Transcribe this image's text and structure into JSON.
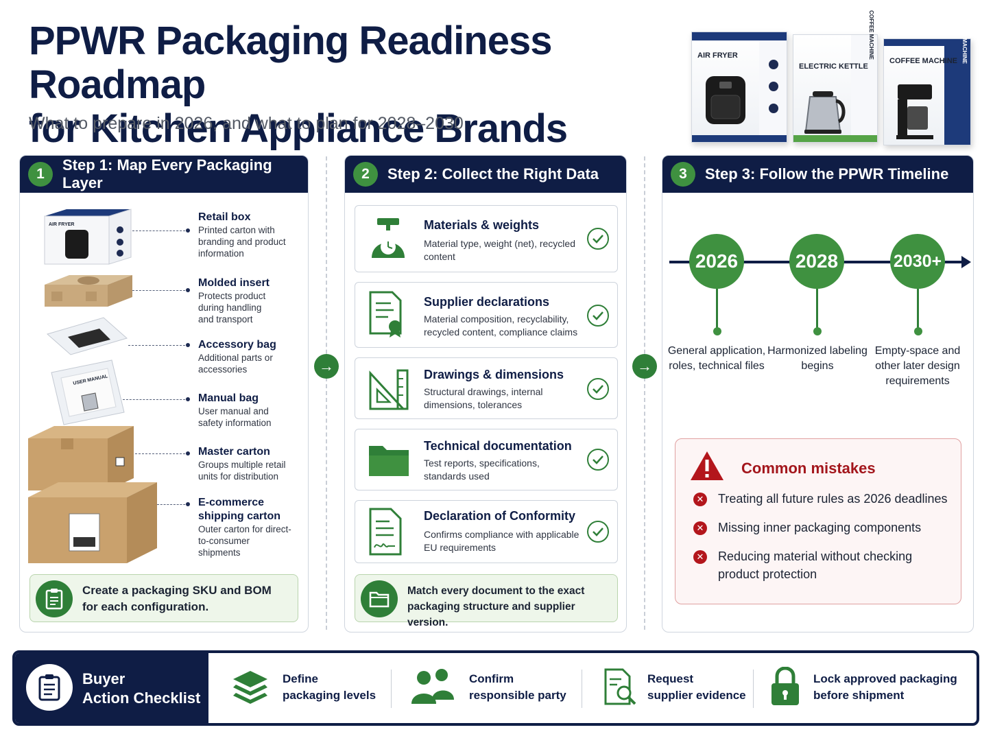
{
  "header": {
    "title_line1": "PPWR Packaging Readiness Roadmap",
    "title_line2": "for Kitchen Appliance Brands",
    "subtitle": "What to prepare in 2026, and what to plan for 2028–2030"
  },
  "product_boxes": [
    {
      "label": "AIR FRYER",
      "side": ""
    },
    {
      "label": "ELECTRIC KETTLE",
      "side": "COFFEE MACHINE"
    },
    {
      "label": "COFFEE MACHINE",
      "side": "COFFEE MACHINE"
    }
  ],
  "step1": {
    "num": "1",
    "title": "Step 1: Map Every Packaging Layer",
    "retail_box_print": "AIR FRYER",
    "manual_print": "USER MANUAL",
    "layers": [
      {
        "title": "Retail box",
        "desc": "Printed carton with branding and product information"
      },
      {
        "title": "Molded insert",
        "desc": "Protects product during handling and transport"
      },
      {
        "title": "Accessory bag",
        "desc": "Additional parts or accessories"
      },
      {
        "title": "Manual bag",
        "desc": "User manual and safety information"
      },
      {
        "title": "Master carton",
        "desc": "Groups multiple retail units for distribution"
      },
      {
        "title": "E-commerce shipping carton",
        "desc": "Outer carton for direct-to-consumer shipments"
      }
    ],
    "tip": "Create a packaging SKU and BOM for each configuration."
  },
  "step2": {
    "num": "2",
    "title": "Step 2: Collect the Right Data",
    "cards": [
      {
        "title": "Materials & weights",
        "desc": "Material type, weight (net), recycled content",
        "icon": "scale-icon"
      },
      {
        "title": "Supplier declarations",
        "desc": "Material composition, recyclability, recycled content, compliance claims",
        "icon": "certificate-icon"
      },
      {
        "title": "Drawings & dimensions",
        "desc": "Structural drawings, internal dimensions, tolerances",
        "icon": "ruler-icon"
      },
      {
        "title": "Technical documentation",
        "desc": "Test reports, specifications, standards used",
        "icon": "folder-icon"
      },
      {
        "title": "Declaration of Conformity",
        "desc": "Confirms compliance with applicable EU requirements",
        "icon": "signed-document-icon"
      }
    ],
    "tip": "Match every document to the exact packaging structure and supplier version."
  },
  "step3": {
    "num": "3",
    "title": "Step 3: Follow the PPWR Timeline",
    "milestones": [
      {
        "year": "2026",
        "text": "General application, roles, technical files"
      },
      {
        "year": "2028",
        "text": "Harmonized labeling begins"
      },
      {
        "year": "2030+",
        "text": "Empty-space and other later design requirements"
      }
    ],
    "mistakes_title": "Common mistakes",
    "mistakes": [
      "Treating all future rules as 2026 deadlines",
      "Missing inner packaging components",
      "Reducing material without checking product protection"
    ]
  },
  "checklist": {
    "title_line1": "Buyer",
    "title_line2": "Action Checklist",
    "items": [
      {
        "line1": "Define",
        "line2": "packaging levels",
        "icon": "layers-icon"
      },
      {
        "line1": "Confirm",
        "line2": "responsible party",
        "icon": "people-icon"
      },
      {
        "line1": "Request",
        "line2": "supplier evidence",
        "icon": "document-search-icon"
      },
      {
        "line1": "Lock approved packaging",
        "line2": "before shipment",
        "icon": "padlock-icon"
      }
    ]
  },
  "colors": {
    "navy": "#0f1d45",
    "green": "#3f9140",
    "red": "#b3161c"
  }
}
